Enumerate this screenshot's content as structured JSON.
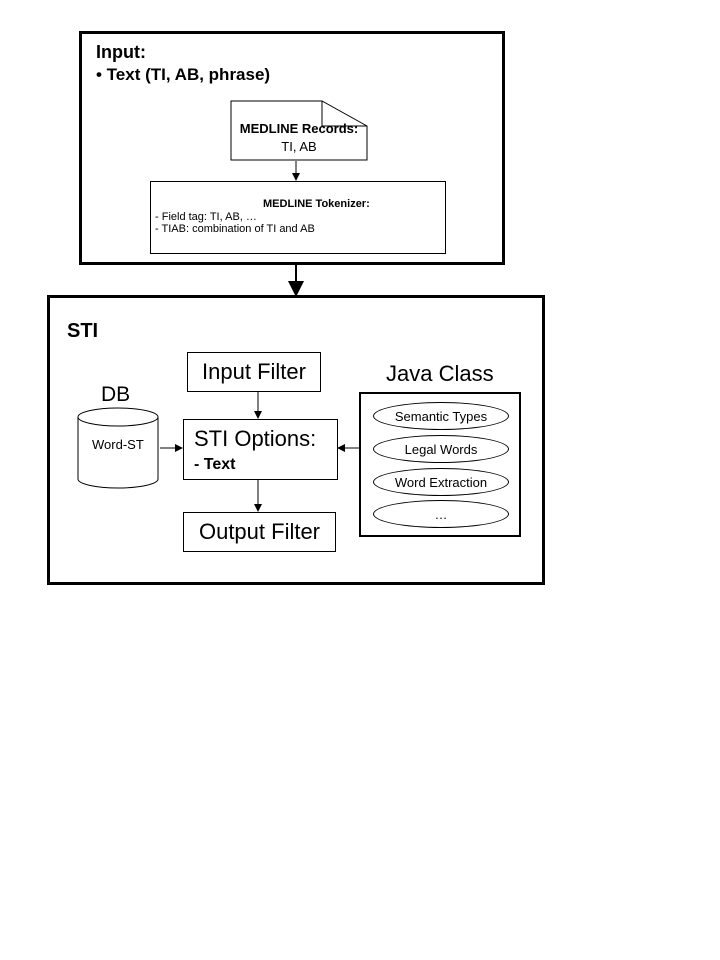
{
  "input_panel": {
    "title": "Input:",
    "bullet": "• Text (TI, AB, phrase)",
    "records": {
      "title": "MEDLINE Records:",
      "subtitle": "TI, AB"
    },
    "tokenizer": {
      "title": "MEDLINE Tokenizer:",
      "line1": "- Field tag: TI, AB, …",
      "line2": "- TIAB: combination of TI and AB"
    }
  },
  "sti_panel": {
    "title": "STI",
    "input_filter": "Input Filter",
    "options_title": "STI Options:",
    "options_item": "- Text",
    "output_filter": "Output Filter",
    "db_label": "DB",
    "db_name": "Word-ST",
    "java_title": "Java Class",
    "java_items": [
      "Semantic Types",
      "Legal Words",
      "Word Extraction",
      "…"
    ]
  }
}
